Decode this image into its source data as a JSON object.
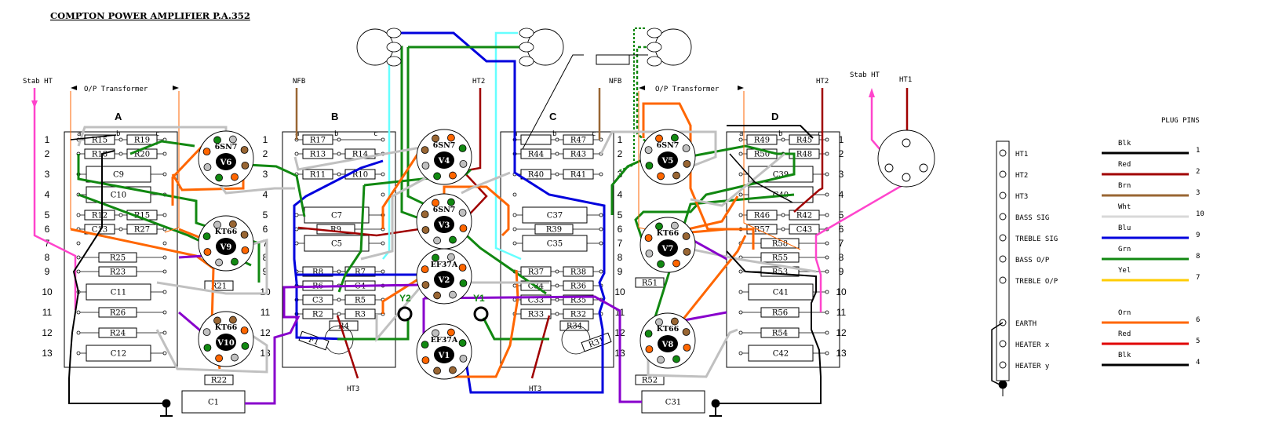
{
  "title": "COMPTON POWER AMPLIFIER P.A.352",
  "colors": {
    "black": "#000000",
    "red_dark": "#a00000",
    "red": "#e00000",
    "brown": "#996633",
    "white_wire": "#c0c0c0",
    "blue": "#0000dd",
    "cyan": "#66ffff",
    "green": "#118811",
    "yellow": "#ffcc00",
    "orange": "#ff6600",
    "purple": "#8800cc",
    "pink": "#ff44cc",
    "thin_orange": "#ff6600"
  },
  "labels": {
    "stab_ht_left": "Stab HT",
    "stab_ht_right": "Stab HT",
    "ht1": "HT1",
    "ht2_b": "HT2",
    "ht2_d": "HT2",
    "nfb_b": "NFB",
    "nfb_c": "NFB",
    "ht3_b": "HT3",
    "ht3_c": "HT3",
    "op_transformer_a": "O/P Transformer",
    "op_transformer_d": "O/P Transformer",
    "y1": "Y1",
    "y2": "Y2",
    "plug_pins": "PLUG PINS"
  },
  "boards": [
    {
      "id": "A",
      "label": "A",
      "cols": [
        "a",
        "b",
        "c"
      ]
    },
    {
      "id": "B",
      "label": "B",
      "cols": [
        "a",
        "b",
        "c"
      ]
    },
    {
      "id": "C",
      "label": "C",
      "cols": [
        "a",
        "b",
        "c"
      ]
    },
    {
      "id": "D",
      "label": "D",
      "cols": [
        "a",
        "b",
        "c"
      ]
    }
  ],
  "row_numbers": [
    "1",
    "2",
    "3",
    "4",
    "5",
    "6",
    "7",
    "8",
    "9",
    "10",
    "11",
    "12",
    "13"
  ],
  "components": {
    "A": [
      "R15",
      "R19",
      "R18",
      "R20",
      "C9",
      "C10",
      "R12",
      "R15",
      "C13",
      "R27",
      "R25",
      "R23",
      "C11",
      "R26",
      "R24",
      "C12",
      "R21",
      "R22",
      "C1"
    ],
    "B": [
      "R17",
      "R13",
      "R14",
      "R11",
      "R10",
      "C7",
      "R9",
      "C5",
      "R8",
      "R7",
      "R6",
      "C4",
      "C3",
      "R5",
      "R2",
      "R3",
      "R4",
      "F1"
    ],
    "C": [
      "R47",
      "R44",
      "R43",
      "R40",
      "R41",
      "C37",
      "R39",
      "C35",
      "R37",
      "R38",
      "C34",
      "R36",
      "C33",
      "R35",
      "R33",
      "R32",
      "R34",
      "R31",
      "C31"
    ],
    "D": [
      "R49",
      "R45",
      "R50",
      "R48",
      "C39",
      "C40",
      "R46",
      "R42",
      "R57",
      "C43",
      "R58",
      "R55",
      "R53",
      "C41",
      "R56",
      "R54",
      "C42",
      "R51",
      "R52"
    ]
  },
  "valves": [
    {
      "name": "V6",
      "type": "6SN7"
    },
    {
      "name": "V9",
      "type": "KT66"
    },
    {
      "name": "V10",
      "type": "KT66"
    },
    {
      "name": "V4",
      "type": "6SN7"
    },
    {
      "name": "V3",
      "type": "6SN7"
    },
    {
      "name": "V2",
      "type": "EF37A"
    },
    {
      "name": "V1",
      "type": "EF37A"
    },
    {
      "name": "V5",
      "type": "6SN7"
    },
    {
      "name": "V7",
      "type": "KT66"
    },
    {
      "name": "V8",
      "type": "KT66"
    }
  ],
  "plug": {
    "title": "PLUG PINS",
    "pins": [
      {
        "label": "HT1",
        "wire": "Blk",
        "pin": "1",
        "color": "#000000"
      },
      {
        "label": "HT2",
        "wire": "Red",
        "pin": "2",
        "color": "#a00000"
      },
      {
        "label": "HT3",
        "wire": "Brn",
        "pin": "3",
        "color": "#996633"
      },
      {
        "label": "BASS SIG",
        "wire": "Wht",
        "pin": "10",
        "color": "#d8d8d8"
      },
      {
        "label": "TREBLE SIG",
        "wire": "Blu",
        "pin": "9",
        "color": "#0000dd"
      },
      {
        "label": "BASS O/P",
        "wire": "Grn",
        "pin": "8",
        "color": "#118811"
      },
      {
        "label": "TREBLE O/P",
        "wire": "Yel",
        "pin": "7",
        "color": "#ffcc00"
      },
      {
        "label": "EARTH",
        "wire": "Orn",
        "pin": "6",
        "color": "#ff6600"
      },
      {
        "label": "HEATER x",
        "wire": "Red",
        "pin": "5",
        "color": "#e00000"
      },
      {
        "label": "HEATER y",
        "wire": "Blk",
        "pin": "4",
        "color": "#000000"
      }
    ]
  }
}
